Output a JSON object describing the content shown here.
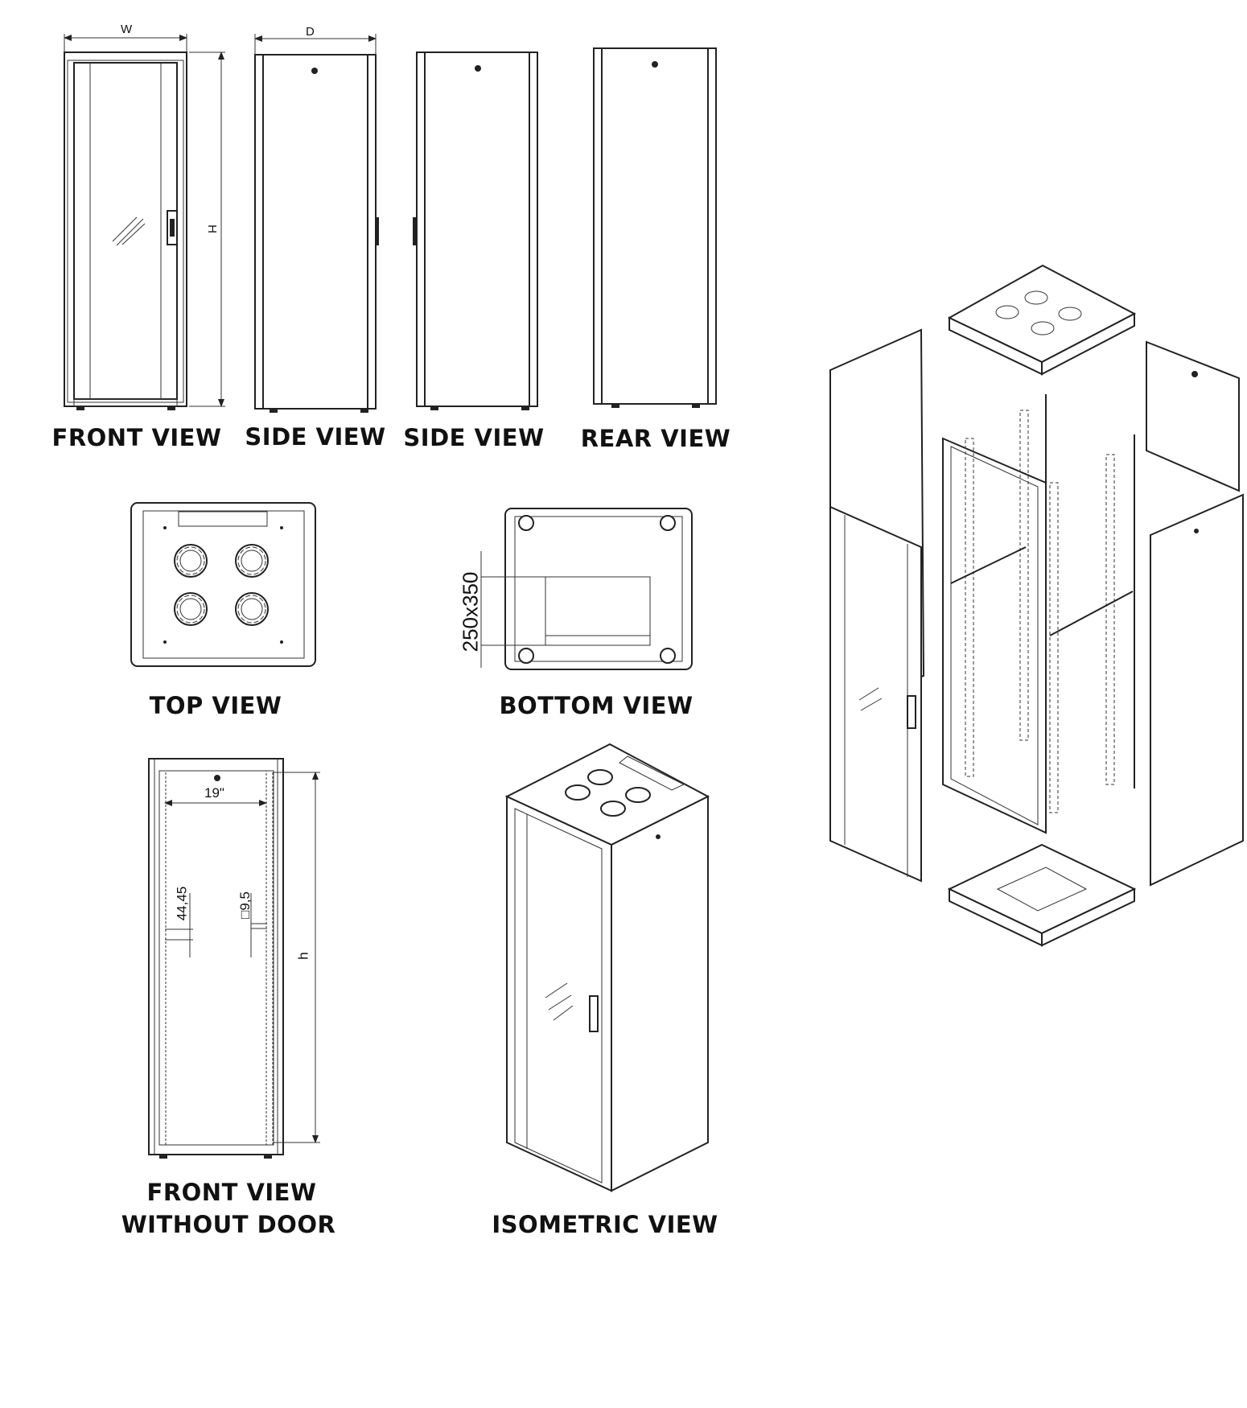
{
  "views": {
    "front": "FRONT VIEW",
    "side1": "SIDE VIEW",
    "side2": "SIDE VIEW",
    "rear": "REAR VIEW",
    "top": "TOP VIEW",
    "bottom": "BOTTOM VIEW",
    "front_no_door_line1": "FRONT VIEW",
    "front_no_door_line2": "WITHOUT DOOR",
    "isometric": "ISOMETRIC VIEW"
  },
  "dimensions": {
    "width": "W",
    "depth": "D",
    "height": "H",
    "cutout": "250x350",
    "rack_width": "19\"",
    "unit_pitch": "44,45",
    "square_hole": "□9,5",
    "usable_height": "h"
  }
}
